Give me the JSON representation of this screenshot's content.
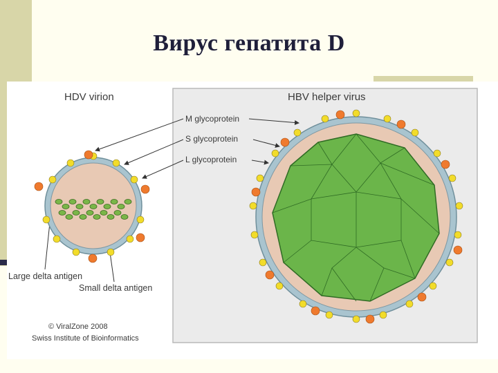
{
  "slide": {
    "title": "Вирус гепатита D"
  },
  "figure": {
    "hdv_title": "HDV virion",
    "hbv_title": "HBV helper virus",
    "labels": {
      "m_glyco": "M glycoprotein",
      "s_glyco": "S glycoprotein",
      "l_glyco": "L glycoprotein",
      "large_delta": "Large delta antigen",
      "small_delta": "Small delta antigen"
    },
    "credit_line1": "© ViralZone 2008",
    "credit_line2": "Swiss Institute of Bioinformatics"
  },
  "colors": {
    "envelope": "#a9c4cf",
    "interior": "#e8c9b4",
    "capsid": "#6bb54a",
    "capsid_line": "#2f6b24",
    "glyco_yellow": "#f2dc2a",
    "glyco_orange": "#ef7a2e",
    "antigen_green": "#7ab648"
  }
}
